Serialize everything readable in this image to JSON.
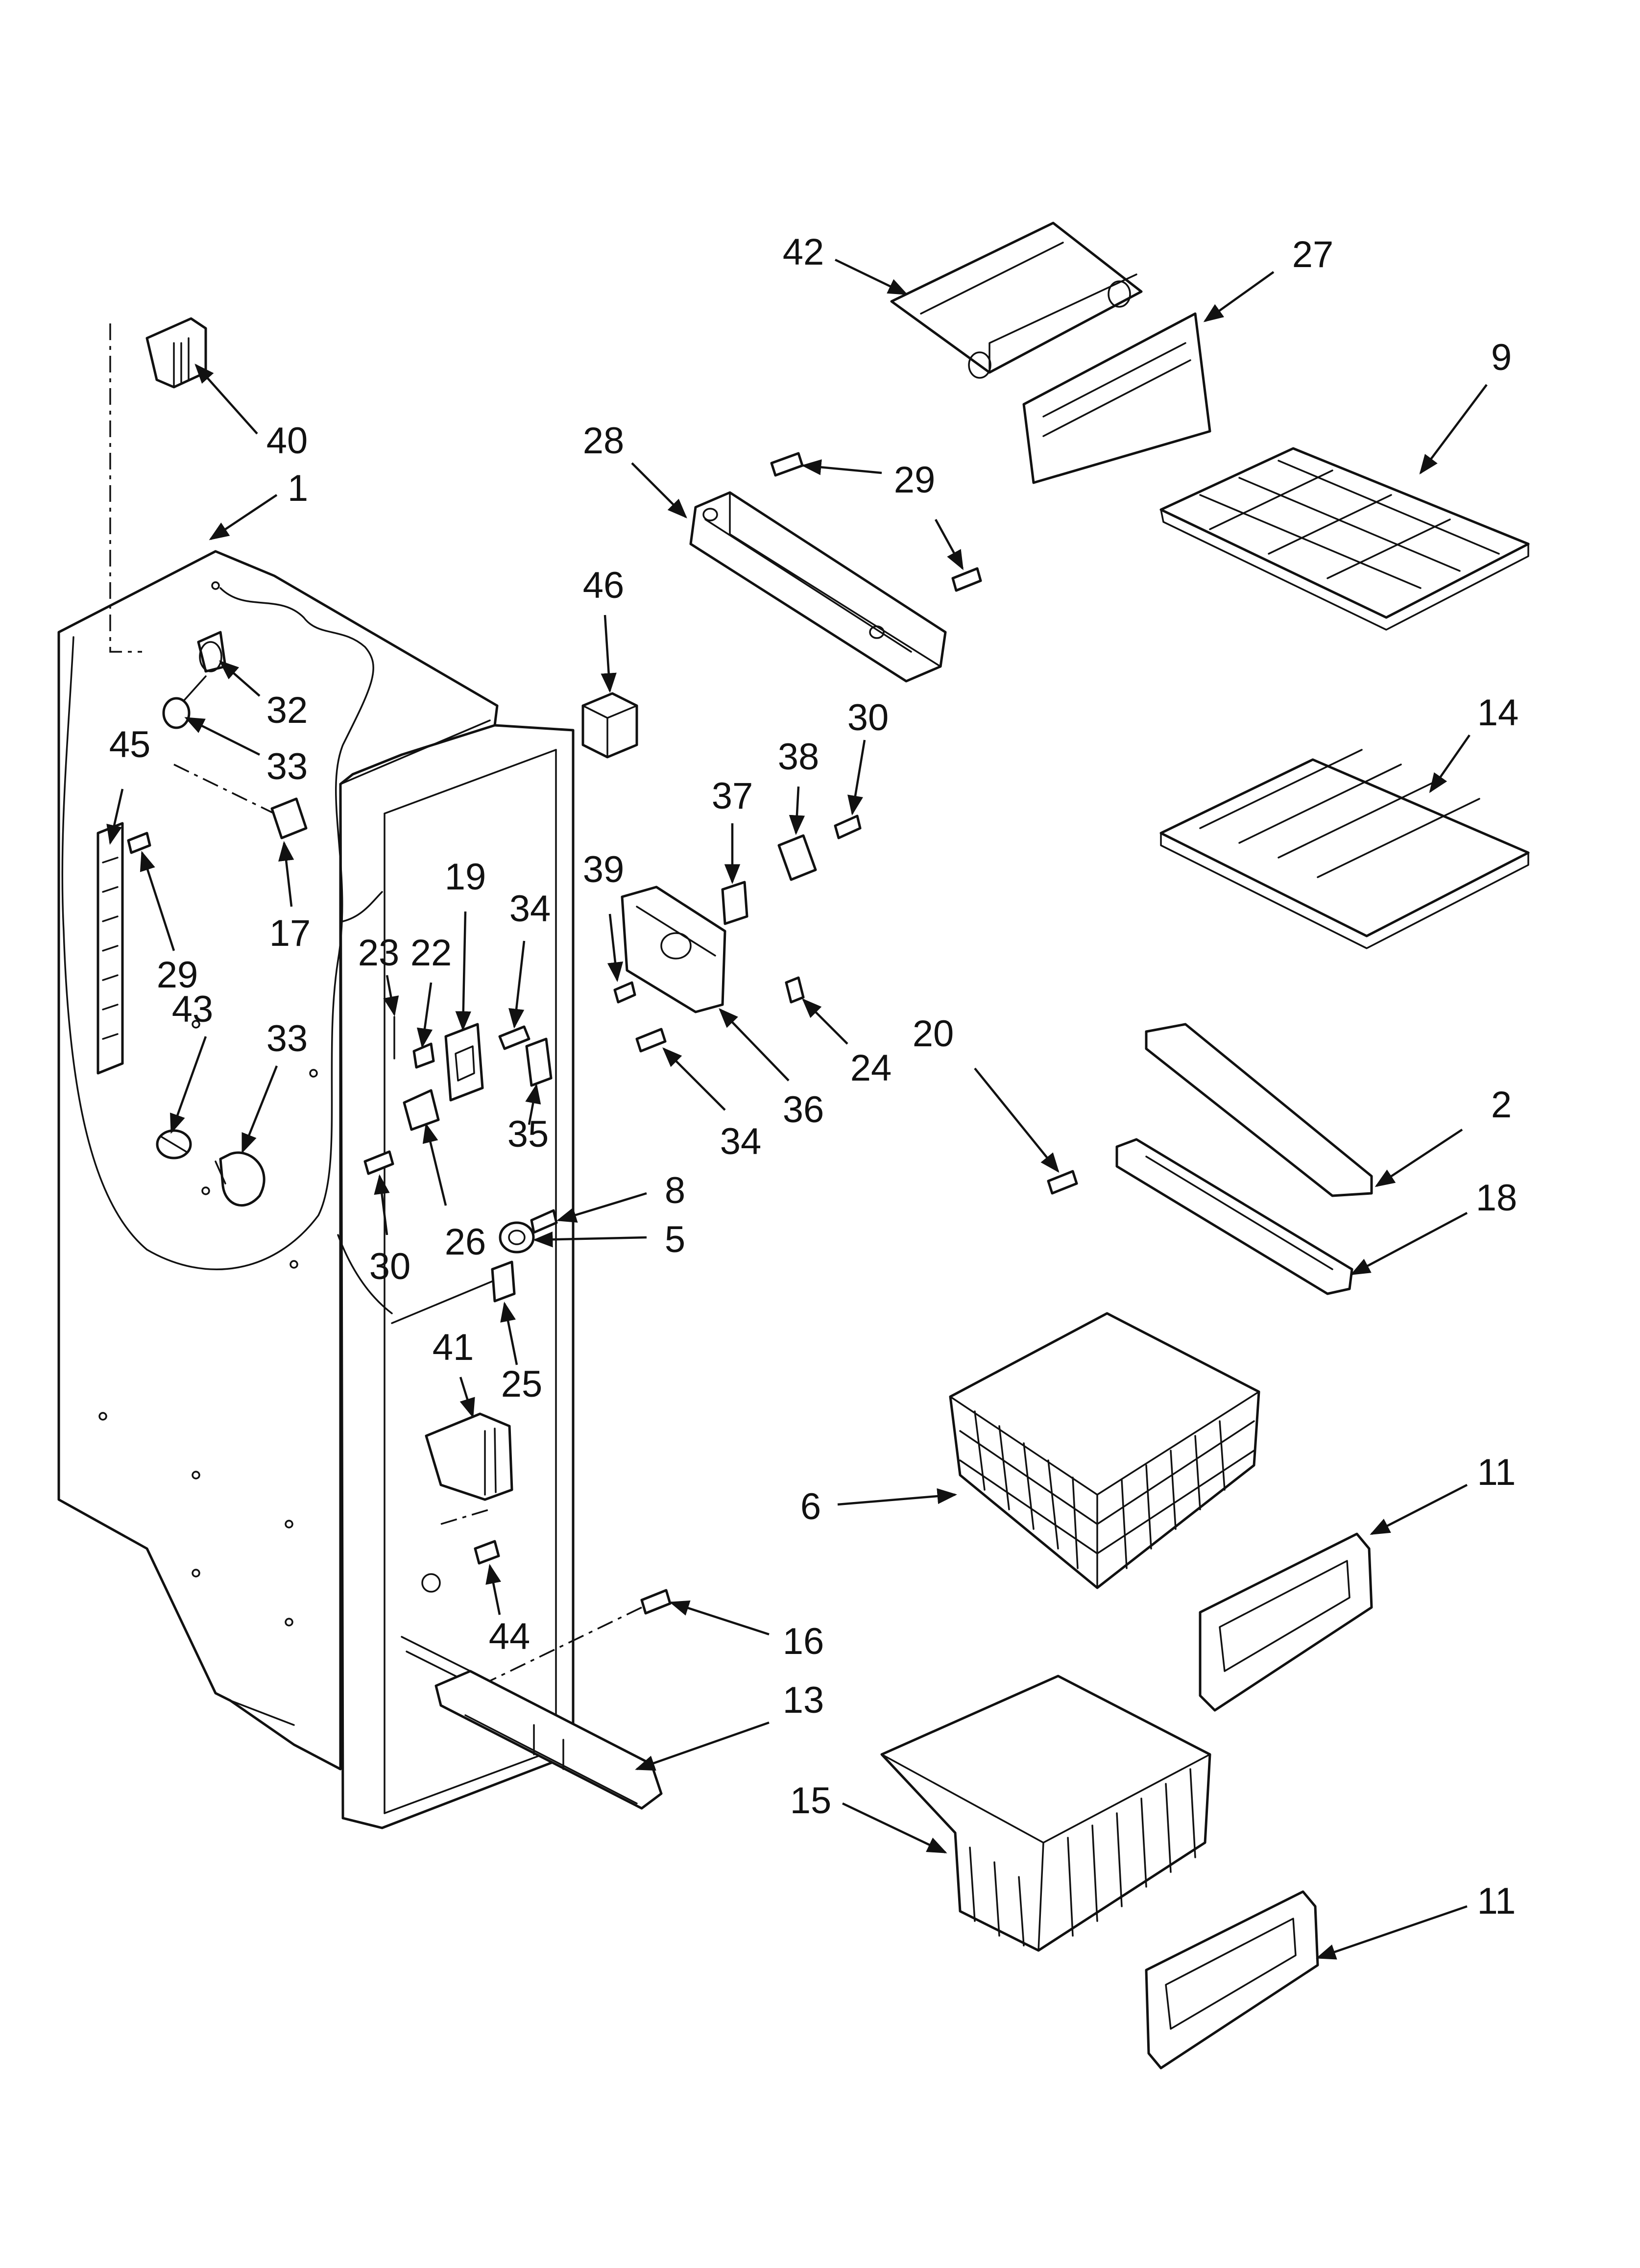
{
  "callouts": [
    {
      "id": "40"
    },
    {
      "id": "1"
    },
    {
      "id": "32"
    },
    {
      "id": "33a",
      "label": "33"
    },
    {
      "id": "45"
    },
    {
      "id": "29a",
      "label": "29"
    },
    {
      "id": "17"
    },
    {
      "id": "43"
    },
    {
      "id": "33b",
      "label": "33"
    },
    {
      "id": "19"
    },
    {
      "id": "34a",
      "label": "34"
    },
    {
      "id": "23"
    },
    {
      "id": "22"
    },
    {
      "id": "35"
    },
    {
      "id": "26"
    },
    {
      "id": "30a",
      "label": "30"
    },
    {
      "id": "8"
    },
    {
      "id": "5"
    },
    {
      "id": "25"
    },
    {
      "id": "41"
    },
    {
      "id": "44"
    },
    {
      "id": "16"
    },
    {
      "id": "13"
    },
    {
      "id": "42"
    },
    {
      "id": "27"
    },
    {
      "id": "9"
    },
    {
      "id": "28"
    },
    {
      "id": "29b",
      "label": "29"
    },
    {
      "id": "46"
    },
    {
      "id": "30b",
      "label": "30"
    },
    {
      "id": "38"
    },
    {
      "id": "37"
    },
    {
      "id": "39"
    },
    {
      "id": "14"
    },
    {
      "id": "24"
    },
    {
      "id": "36"
    },
    {
      "id": "34b",
      "label": "34"
    },
    {
      "id": "20"
    },
    {
      "id": "2"
    },
    {
      "id": "18"
    },
    {
      "id": "6"
    },
    {
      "id": "11a",
      "label": "11"
    },
    {
      "id": "15"
    },
    {
      "id": "11b",
      "label": "11"
    }
  ]
}
